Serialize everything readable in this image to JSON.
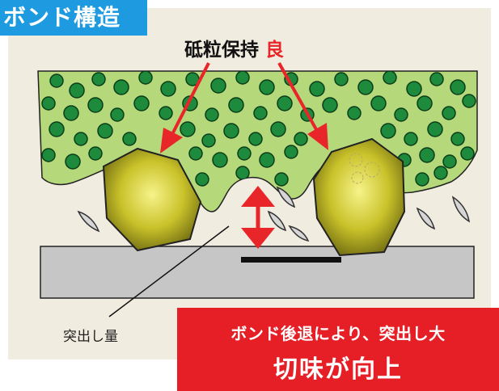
{
  "title": "ボンド構造",
  "top_label": "砥粒保持",
  "top_label_emphasis": "良",
  "protrusion_label": "突出し量",
  "banner": {
    "line1": "ボンド後退により、突出し大",
    "line2": "切味が向上"
  },
  "colors": {
    "title_bg": "#1e9be0",
    "bond": "#b5d97a",
    "bond_particle": "#1e8a3c",
    "grain": "#c9c22a",
    "workpiece": "#c6c6c6",
    "arrow": "#e8262a",
    "banner_bg": "#e51f25"
  }
}
